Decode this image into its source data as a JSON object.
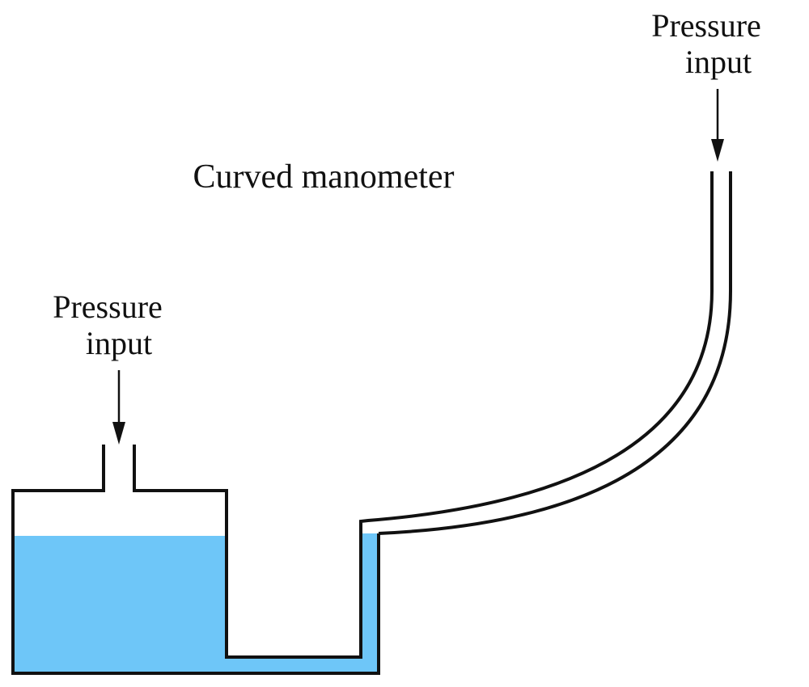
{
  "diagram": {
    "title": "Curved manometer",
    "left_input": {
      "line1": "Pressure",
      "line2": "input"
    },
    "right_input": {
      "line1": "Pressure",
      "line2": "input"
    },
    "colors": {
      "liquid": "#6ec6f8",
      "outline": "#111111",
      "background": "#ffffff"
    }
  }
}
